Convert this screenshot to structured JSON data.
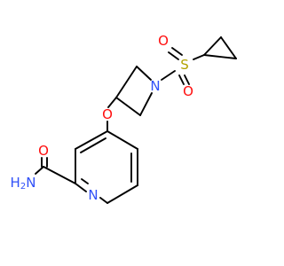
{
  "molecule": {
    "atoms": [
      {
        "id": "O_ether",
        "symbol": "O",
        "color": "#FF0D0D"
      },
      {
        "id": "N_azetidine",
        "symbol": "N",
        "color": "#3050F8"
      },
      {
        "id": "S_sulfonyl",
        "symbol": "S",
        "color": "#B2A200"
      },
      {
        "id": "O_sulfonyl_top",
        "symbol": "O",
        "color": "#FF0D0D"
      },
      {
        "id": "O_sulfonyl_bottom",
        "symbol": "O",
        "color": "#FF0D0D"
      },
      {
        "id": "N_pyridine",
        "symbol": "N",
        "color": "#3050F8"
      },
      {
        "id": "O_carbonyl",
        "symbol": "O",
        "color": "#FF0D0D"
      },
      {
        "id": "N_amide",
        "symbol": "H2N",
        "color": "#3050F8"
      }
    ]
  }
}
